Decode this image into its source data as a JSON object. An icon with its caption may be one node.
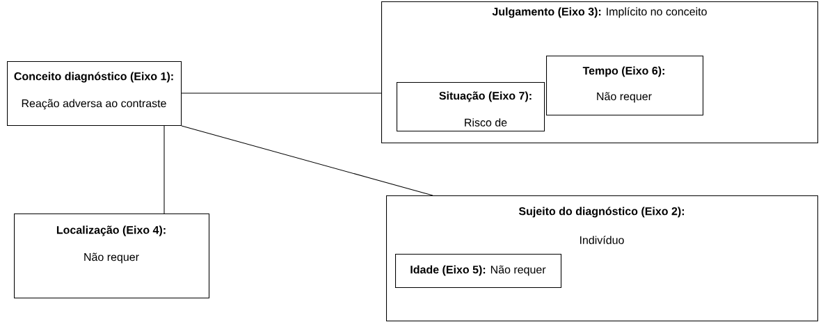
{
  "diagram": {
    "nodes": [
      {
        "text": [
          "Conceito diagnóstico (Eixo 1):",
          "Reação adversa ao contraste"
        ]
      },
      {
        "text": [
          "**Julgamento (Eixo 3):** Implícito no conceito"
        ]
      },
      {
        "text": [
          "Situação (Eixo 7):",
          "Risco de"
        ],
        "in": 1
      },
      {
        "text": [
          "Tempo (Eixo 6):",
          "Não requer"
        ],
        "in": 1
      },
      {
        "text": [
          "Localização (Eixo 4):",
          "Não requer"
        ]
      },
      {
        "text": [
          "Sujeito do diagnóstico (Eixo 2):",
          "Indivíduo"
        ]
      },
      {
        "text": [
          "**Idade (Eixo 5):** Não requer"
        ],
        "in": 5
      }
    ],
    "edges": [
      {
        "from": 0,
        "to": 1,
        "arrow": "none"
      },
      {
        "from": 0,
        "to": 4,
        "arrow": "none"
      },
      {
        "from": 0,
        "to": 5,
        "arrow": "none"
      }
    ]
  }
}
